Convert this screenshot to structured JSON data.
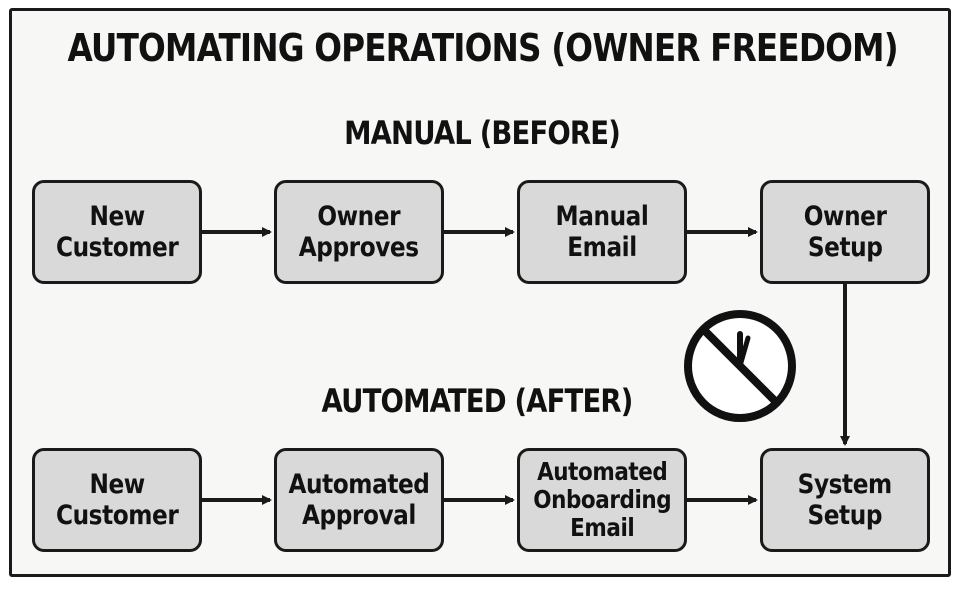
{
  "title": "AUTOMATING OPERATIONS (OWNER FREEDOM)",
  "manual": {
    "label": "MANUAL (BEFORE)",
    "steps": [
      {
        "label": "New\nCustomer"
      },
      {
        "label": "Owner\nApproves"
      },
      {
        "label": "Manual\nEmail"
      },
      {
        "label": "Owner\nSetup"
      }
    ]
  },
  "automated": {
    "label": "AUTOMATED (AFTER)",
    "steps": [
      {
        "label": "New\nCustomer"
      },
      {
        "label": "Automated\nApproval"
      },
      {
        "label": "Automated\nOnboarding\nEmail"
      },
      {
        "label": "System\nSetup"
      }
    ]
  },
  "icons": {
    "no_clock": "no-clock-icon"
  },
  "colors": {
    "box_fill": "#d9d9d9",
    "stroke": "#1a1a1a",
    "background": "#f7f7f5"
  }
}
